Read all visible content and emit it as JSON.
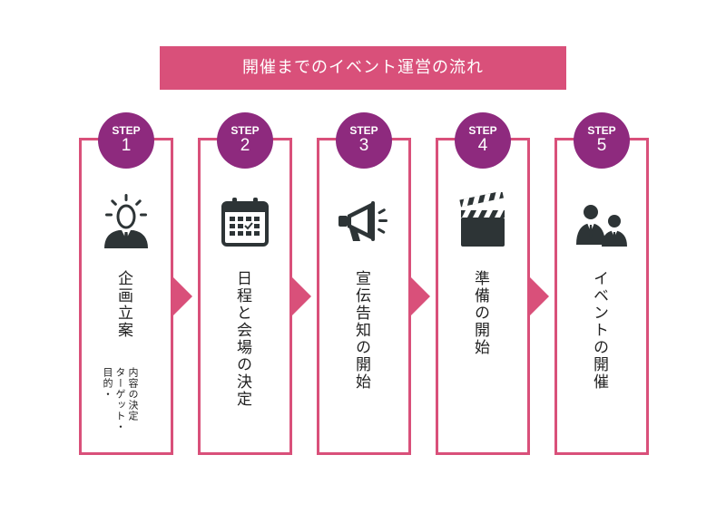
{
  "title": "開催までのイベント運営の流れ",
  "colors": {
    "accent": "#d9507a",
    "badge": "#8e2a7e",
    "icon": "#2d3436"
  },
  "steps": [
    {
      "label": "STEP",
      "number": "1",
      "icon": "idea-person-icon",
      "title": "企画立案",
      "note_lines": [
        "目的・",
        "ターゲット・",
        "内容の決定"
      ]
    },
    {
      "label": "STEP",
      "number": "2",
      "icon": "calendar-icon",
      "title": "日程と会場の決定"
    },
    {
      "label": "STEP",
      "number": "3",
      "icon": "megaphone-icon",
      "title": "宣伝告知の開始"
    },
    {
      "label": "STEP",
      "number": "4",
      "icon": "clapperboard-icon",
      "title": "準備の開始"
    },
    {
      "label": "STEP",
      "number": "5",
      "icon": "people-icon",
      "title": "イベントの開催"
    }
  ]
}
